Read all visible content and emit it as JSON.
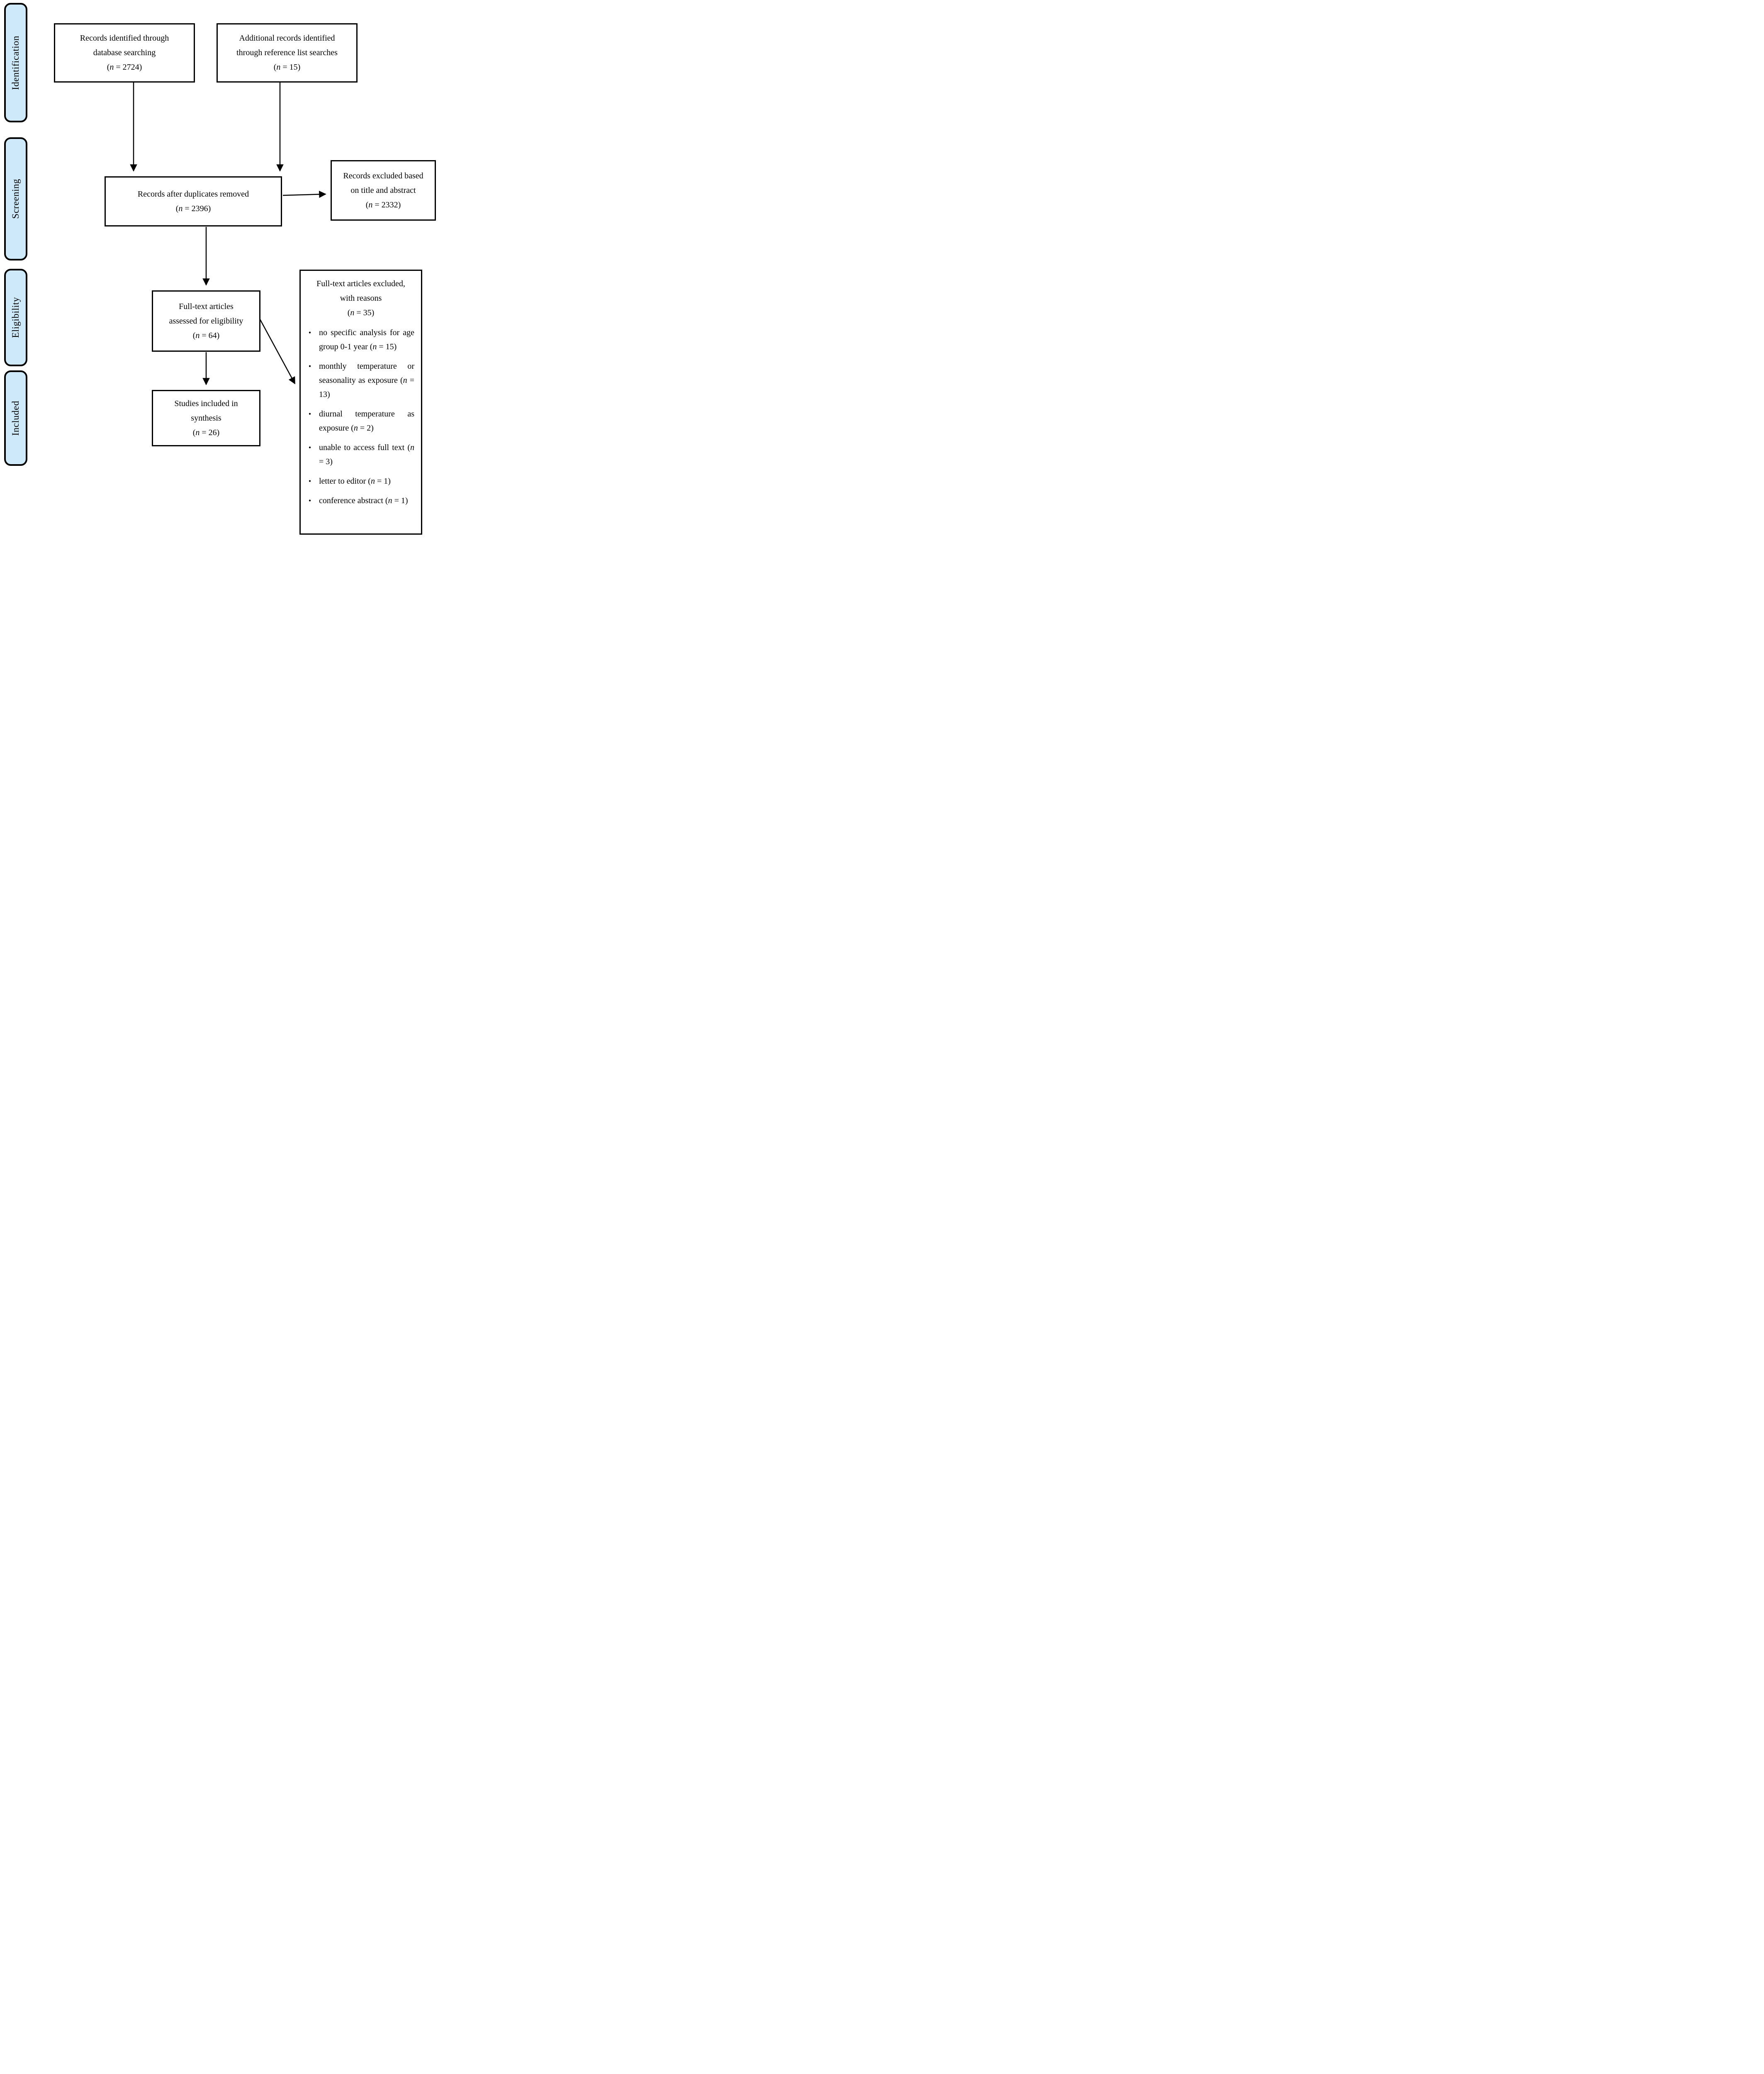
{
  "colors": {
    "stage_fill": "#cde9fa",
    "line": "#000000"
  },
  "sidebar": {
    "stages": [
      {
        "label": "Identification"
      },
      {
        "label": "Screening"
      },
      {
        "label": "Eligibility"
      },
      {
        "label": "Included"
      }
    ]
  },
  "boxes": {
    "identified": {
      "line1": "Records identified through",
      "line2": "database searching",
      "count": {
        "open": "(",
        "var": "n",
        "rest": " = 2724)"
      }
    },
    "additional": {
      "line1": "Additional records identified",
      "line2": "through reference list searches",
      "count": {
        "open": "(",
        "var": "n",
        "rest": " = 15)"
      }
    },
    "duplicates": {
      "line1": "Records after duplicates removed",
      "count": {
        "open": "(",
        "var": "n",
        "rest": " = 2396)"
      }
    },
    "excluded_title_abstract": {
      "line1": "Records excluded based",
      "line2": "on title and abstract",
      "count": {
        "open": "(",
        "var": "n",
        "rest": " = 2332)"
      }
    },
    "fulltext_assessed": {
      "line1": "Full-text articles",
      "line2": "assessed for eligibility",
      "count": {
        "open": "(",
        "var": "n",
        "rest": " = 64)"
      }
    },
    "included_synthesis": {
      "line1": "Studies included in",
      "line2": "synthesis",
      "count": {
        "open": "(",
        "var": "n",
        "rest": " = 26)"
      }
    }
  },
  "reasons": {
    "bullet_glyph": "•",
    "header1": "Full-text articles excluded,",
    "header2": "with reasons",
    "count": {
      "open": "(",
      "var": "n",
      "rest": " = 35)"
    },
    "bullets": [
      {
        "before": "no specific analysis for age group 0-1 year (",
        "var": "n",
        "after": " = 15)"
      },
      {
        "before": "monthly temperature or seasonality as exposure (",
        "var": "n",
        "after": " = 13)"
      },
      {
        "before": "diurnal temperature as exposure (",
        "var": "n",
        "after": " = 2)"
      },
      {
        "before": "unable to access full text (",
        "var": "n",
        "after": " = 3)"
      },
      {
        "before": "letter to editor (",
        "var": "n",
        "after": " = 1)"
      },
      {
        "before": "conference abstract (",
        "var": "n",
        "after": " = 1)"
      }
    ]
  }
}
